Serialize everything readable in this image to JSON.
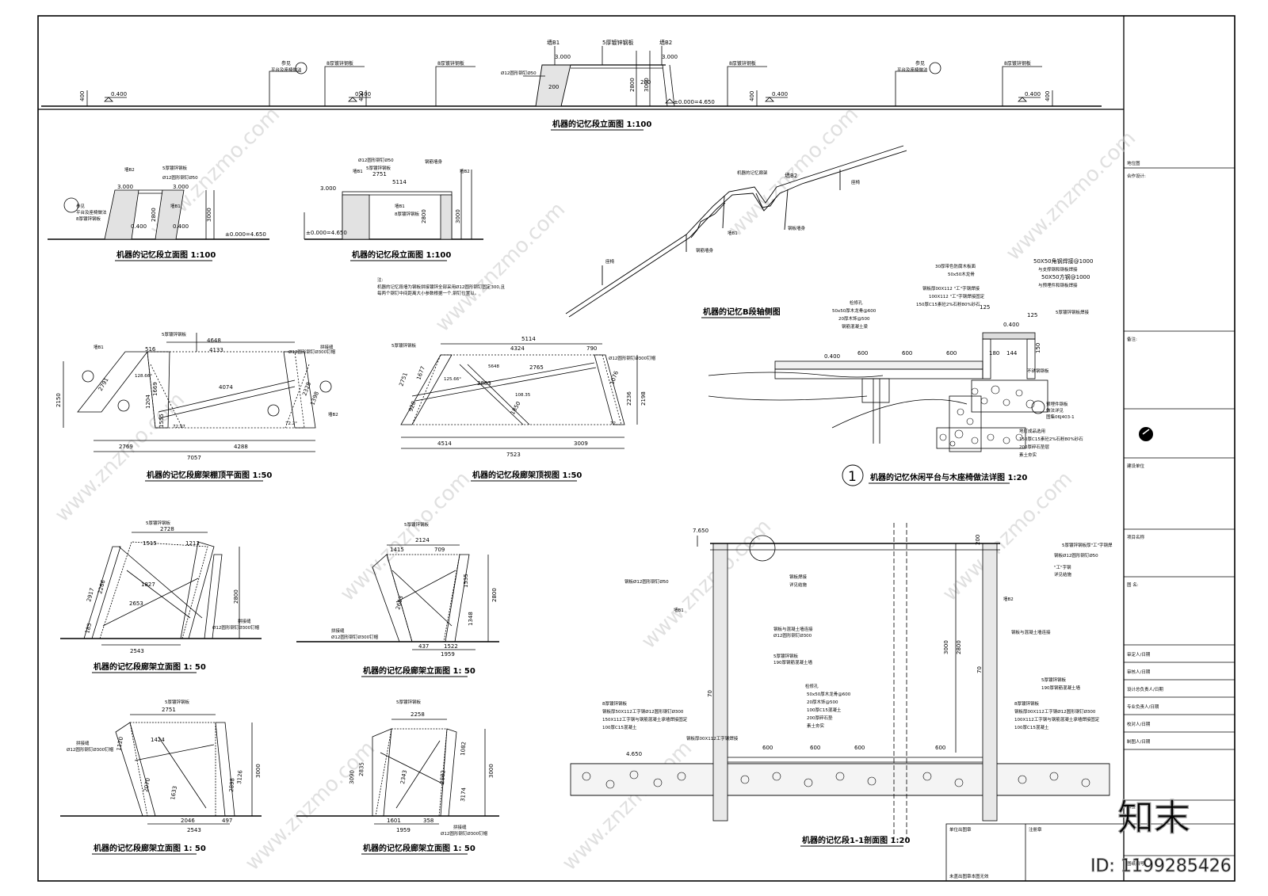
{
  "watermarks": {
    "site": "www.znzmo.com",
    "brand": "知末",
    "id_label": "ID: 1199285426"
  },
  "titles": {
    "main_elevation": "机器的记忆段立面图 1:100",
    "elev_small_1": "机器的记忆段立面图 1:100",
    "elev_small_2": "机器的记忆段立面图 1:100",
    "axonometric": "机器的记忆B段轴侧图",
    "canopy_plan": "机器的记忆段廊架棚顶平面图 1:50",
    "canopy_top": "机器的记忆段廊架顶视图 1:50",
    "frame_elev_1": "机器的记忆段廊架立面图 1: 50",
    "frame_elev_2": "机器的记忆段廊架立面图 1: 50",
    "frame_elev_3": "机器的记忆段廊架立面图 1: 50",
    "frame_elev_4": "机器的记忆段廊架立面图 1: 50",
    "platform_detail": "机器的记忆休闲平台与木座椅做法详图 1:20",
    "section_1_1": "机器的记忆段1-1剖面图 1:20",
    "detail_no": "1"
  },
  "main_elevation": {
    "labels": [
      "墙B1",
      "5厚镀锌钢板",
      "墙B2",
      "8厚镀锌钢板",
      "8厚镀锌钢板",
      "8厚镀锌钢板",
      "8厚镀锌钢板",
      "参见",
      "参见",
      "平台及座椅做法",
      "平台及座椅做法",
      "Ø12圆形钢钉Ø50"
    ],
    "dims": [
      "3.000",
      "3.000",
      "2800",
      "3000",
      "200",
      "200",
      "0.400",
      "0.400",
      "0.400",
      "0.400",
      "±0.000=4.650",
      "400",
      "400",
      "400",
      "400"
    ]
  },
  "notes": {
    "label": "注:",
    "lines": [
      "机器的记忆段墙为钢板拼接镀锌全部采用Ø12圆形钢钉固定300,且",
      "每两个钢钉中间距离大小参数根据一个,钢钉位置以。"
    ]
  },
  "canopy_plan_dims": [
    "4648",
    "4133",
    "516",
    "4074",
    "2769",
    "7057",
    "4288",
    "2150",
    "2791",
    "128.66°",
    "1669",
    "1204",
    "1555",
    "1398",
    "2328",
    "72.2°",
    "72.97",
    "墙B1",
    "墙B2",
    "5厚镀锌钢板",
    "Ø12圆形钢钉Ø300钉帽",
    "拼接缝"
  ],
  "canopy_top_dims": [
    "5114",
    "4324",
    "790",
    "1076",
    "2765",
    "2883",
    "2751",
    "1677",
    "928",
    "4514",
    "7523",
    "3009",
    "2236",
    "2198",
    "125.66°",
    "5648",
    "1850",
    "108.35",
    "72",
    "5厚镀锌钢板",
    "Ø12圆形钢钉Ø300钉帽"
  ],
  "frame_elev_dims": {
    "e1": [
      "2728",
      "1515",
      "1213",
      "1827",
      "2653",
      "2543",
      "2917",
      "2266",
      "185",
      "2800",
      "5厚镀锌钢板",
      "拼接缝",
      "Ø12圆形钢钉Ø300钉帽"
    ],
    "e2": [
      "2124",
      "1415",
      "709",
      "2663",
      "1348",
      "1535",
      "437",
      "1522",
      "1959",
      "2800",
      "5厚镀锌钢板",
      "拼接缝",
      "Ø12圆形钢钉Ø300钉帽"
    ],
    "e3": [
      "2751",
      "1424",
      "2070",
      "1633",
      "2046",
      "497",
      "2543",
      "1120",
      "3126",
      "2898",
      "3000",
      "5厚镀锌钢板",
      "拼接缝",
      "Ø12圆形钢钉Ø300钉帽"
    ],
    "e4": [
      "2258",
      "2343",
      "3090",
      "2835",
      "1601",
      "358",
      "1959",
      "2882",
      "1082",
      "3174",
      "3000",
      "5厚镀锌钢板",
      "拼接缝",
      "Ø12圆形钢钉Ø300钉帽"
    ]
  },
  "axonometric_labels": [
    "机器的记忆廊架",
    "墙B2",
    "墙B1",
    "座椅",
    "钢板墙身",
    "钢筋墙身",
    "座椅"
  ],
  "platform_detail": {
    "left_callouts": [
      "检修孔",
      "50x50厚木龙骨@600",
      "20厚木饰@500",
      "钢筋混凝土梁"
    ],
    "top_callouts": [
      "30厚带色防腐木板面",
      "50x50木龙骨",
      "钢板厚00X112 \"工\"字钢焊接",
      "100X112 \"工\"字钢焊接固定",
      "150厚C15素砼2%石粉80%砂石"
    ],
    "right_callouts": [
      "50X50角钢焊接@1000",
      "与支撑钢和钢板焊接",
      "50X50方钢@1000",
      "与预埋件和钢板焊接",
      "5厚镀锌钢板焊接",
      "预埋件钢板",
      "做法详见",
      "图集06J403-1",
      "不锈钢钢板"
    ],
    "bottom_callouts": [
      "地灯成品选用",
      "150厚C15素砼2%石粉80%砂石",
      "200厚碎石垫层",
      "素土夯实"
    ],
    "dims": [
      "0.400",
      "600",
      "600",
      "600",
      "125",
      "0.400",
      "125",
      "150",
      "180",
      "144"
    ]
  },
  "section": {
    "left_callouts": [
      "墙B1",
      "钢板Ø12圆形钢钉Ø50",
      "钢板焊接",
      "详见结施",
      "钢板与混凝土墙连接",
      "Ø12圆形钢钉Ø300",
      "5厚镀锌钢板",
      "190厚钢筋混凝土墙",
      "检修孔",
      "50x50厚木龙骨@600",
      "20厚木饰@500",
      "100厚C15混凝土",
      "200厚碎石垫",
      "素土夯实",
      "8厚镀锌钢板",
      "钢板厚50X112工字钢Ø12圆形钢钉Ø300",
      "150X112工字钢与钢筋混凝土承墙焊接固定",
      "100厚C15混凝土",
      "钢板厚00X112工字钢焊接"
    ],
    "right_callouts": [
      "5厚镀锌钢板厚\"工\"字钢焊",
      "钢板Ø12圆形钢钉Ø50",
      "\"工\"字钢",
      "详见结施",
      "墙B2",
      "钢板与混凝土墙连接",
      "5厚镀锌钢板",
      "190厚钢筋混凝土墙",
      "8厚镀锌钢板",
      "钢板厚00X112工字钢Ø12圆形钢钉Ø300",
      "100X112工字钢与钢筋混凝土承墙焊接固定",
      "100厚C15混凝土"
    ],
    "dims": [
      "7.650",
      "4.650",
      "600",
      "600",
      "600",
      "600",
      "200",
      "3000",
      "2800",
      "70",
      "70"
    ]
  },
  "sidebar": {
    "site_plan": "地位图",
    "cooperation": "合作设计:",
    "remarks": "备注:",
    "client": "建设单位",
    "project": "项目名称",
    "drawing_name": "图 名:",
    "rows": [
      "审定人/日期",
      "审核人/日期",
      "设计总负责人/日期",
      "专业负责人/日期",
      "校对人/日期",
      "制图人/日期"
    ],
    "stage": "会签",
    "drawing_no": "图纸编号"
  },
  "bottom_box": {
    "seal_left": "单位出图章",
    "seal_right": "注册章",
    "invalid": "未盖出图章本图无效"
  }
}
